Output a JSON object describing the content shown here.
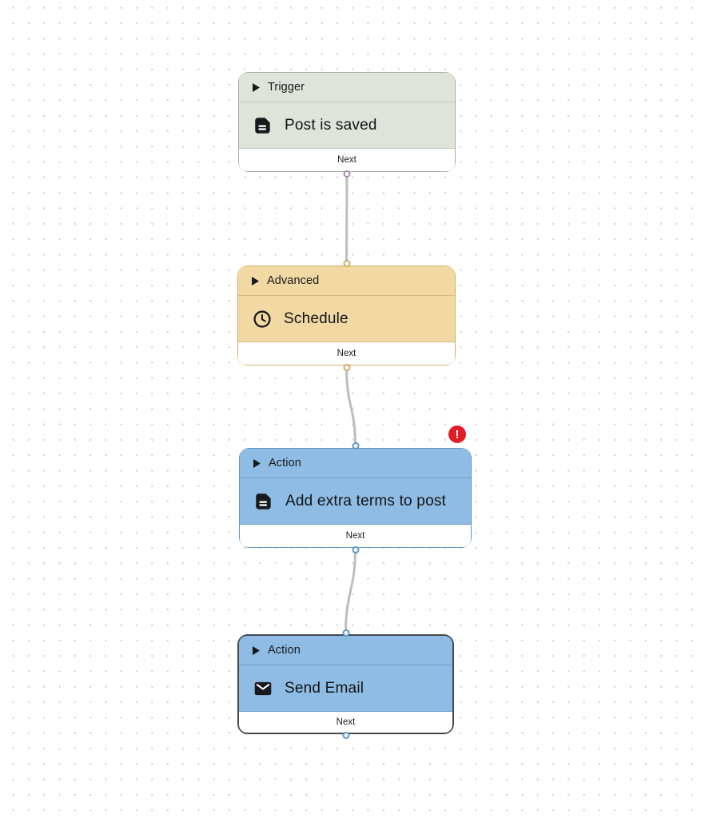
{
  "canvas": {
    "dot_color": "#d7d7d7",
    "connector_color": "#bdbdbd"
  },
  "nodes": [
    {
      "category": "Trigger",
      "title": "Post is saved",
      "icon": "note-icon",
      "footer_label": "Next",
      "selected": false,
      "error": false,
      "colors": {
        "bg": "#dfe4da",
        "border": "#a6b0a3",
        "divider": "#bfc8bc",
        "port": "#b285bc"
      }
    },
    {
      "category": "Advanced",
      "title": "Schedule",
      "icon": "clock-icon",
      "footer_label": "Next",
      "selected": false,
      "error": false,
      "colors": {
        "bg": "#f2d9a3",
        "border": "#d2ae6a",
        "divider": "#d9bb7d",
        "port": "#cfab69"
      }
    },
    {
      "category": "Action",
      "title": "Add extra terms to post",
      "icon": "note-icon",
      "footer_label": "Next",
      "selected": false,
      "error": true,
      "colors": {
        "bg": "#8fbce4",
        "border": "#5f96c5",
        "divider": "#6f9fcd",
        "port": "#5f96c5"
      }
    },
    {
      "category": "Action",
      "title": "Send Email",
      "icon": "mail-icon",
      "footer_label": "Next",
      "selected": true,
      "error": false,
      "colors": {
        "bg": "#8fbce4",
        "border": "#42484e",
        "divider": "#6f9fcd",
        "port": "#5f96c5"
      }
    }
  ],
  "error_badge": {
    "symbol": "!",
    "color": "#e11d26"
  }
}
